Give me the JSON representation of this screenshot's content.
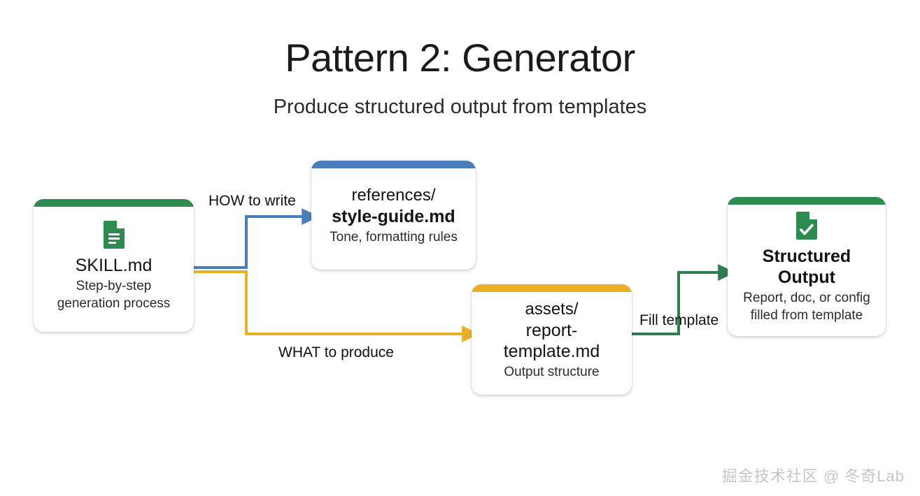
{
  "header": {
    "title": "Pattern 2: Generator",
    "subtitle": "Produce structured output from templates"
  },
  "colors": {
    "green": "#2e8b50",
    "blue": "#4a7ebb",
    "yellow": "#e9b026",
    "green_edge": "#2f7d4f",
    "card_bg": "#ffffff",
    "text": "#141414",
    "watermark": "#c6c6c6"
  },
  "nodes": {
    "skill": {
      "bar_color": "#2e8b50",
      "icon": "document-icon",
      "title": "SKILL.md",
      "sub_line1": "Step-by-step",
      "sub_line2": "generation process"
    },
    "references": {
      "bar_color": "#4a7ebb",
      "path": "references/",
      "title": "style-guide.md",
      "sub": "Tone, formatting rules"
    },
    "assets": {
      "bar_color": "#e9b026",
      "path": "assets/",
      "title": "report-template.md",
      "sub": "Output structure"
    },
    "output": {
      "bar_color": "#2e8b50",
      "icon": "document-check-icon",
      "title": "Structured Output",
      "sub_line1": "Report, doc, or config",
      "sub_line2": "filled from template"
    }
  },
  "edges": [
    {
      "name": "skill-to-references",
      "label": "HOW to write",
      "color": "#4a7ebb"
    },
    {
      "name": "skill-to-assets",
      "label": "WHAT to produce",
      "color": "#e9b026"
    },
    {
      "name": "assets-to-output",
      "label": "Fill template",
      "color": "#2f7d4f"
    }
  ],
  "watermark": "掘金技术社区 @ 冬奇Lab"
}
